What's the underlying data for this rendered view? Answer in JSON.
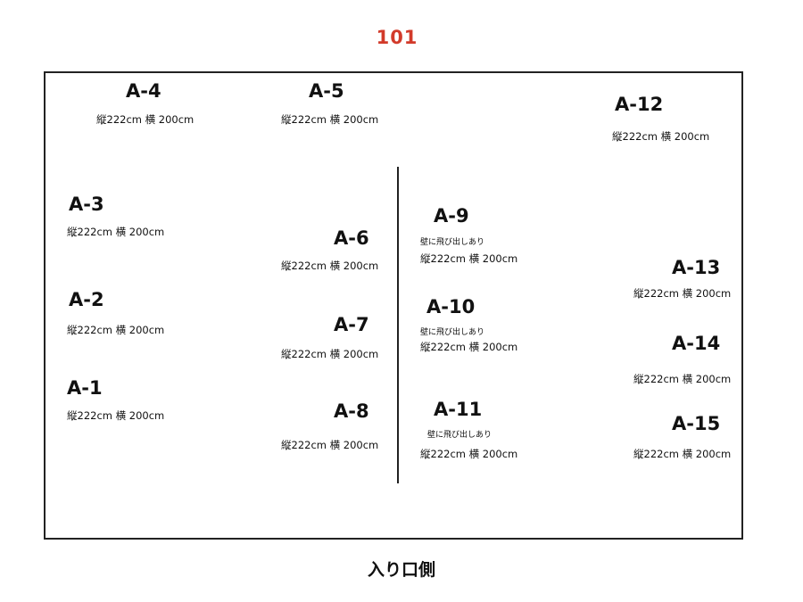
{
  "room_number": "101",
  "entrance_label": "入り口側",
  "booths": [
    {
      "id": "A-1",
      "size": "縦222cm 横 200cm"
    },
    {
      "id": "A-2",
      "size": "縦222cm 横 200cm"
    },
    {
      "id": "A-3",
      "size": "縦222cm 横 200cm"
    },
    {
      "id": "A-4",
      "size": "縦222cm 横 200cm"
    },
    {
      "id": "A-5",
      "size": "縦222cm 横 200cm"
    },
    {
      "id": "A-6",
      "size": "縦222cm 横 200cm"
    },
    {
      "id": "A-7",
      "size": "縦222cm 横 200cm"
    },
    {
      "id": "A-8",
      "size": "縦222cm 横 200cm"
    },
    {
      "id": "A-9",
      "note": "壁に飛び出しあり",
      "size": "縦222cm 横 200cm"
    },
    {
      "id": "A-10",
      "note": "壁に飛び出しあり",
      "size": "縦222cm 横 200cm"
    },
    {
      "id": "A-11",
      "note": "壁に飛び出しあり",
      "size": "縦222cm 横 200cm"
    },
    {
      "id": "A-12",
      "size": "縦222cm 横 200cm"
    },
    {
      "id": "A-13",
      "size": "縦222cm 横 200cm"
    },
    {
      "id": "A-14",
      "size": "縦222cm 横 200cm"
    },
    {
      "id": "A-15",
      "size": "縦222cm 横 200cm"
    }
  ]
}
